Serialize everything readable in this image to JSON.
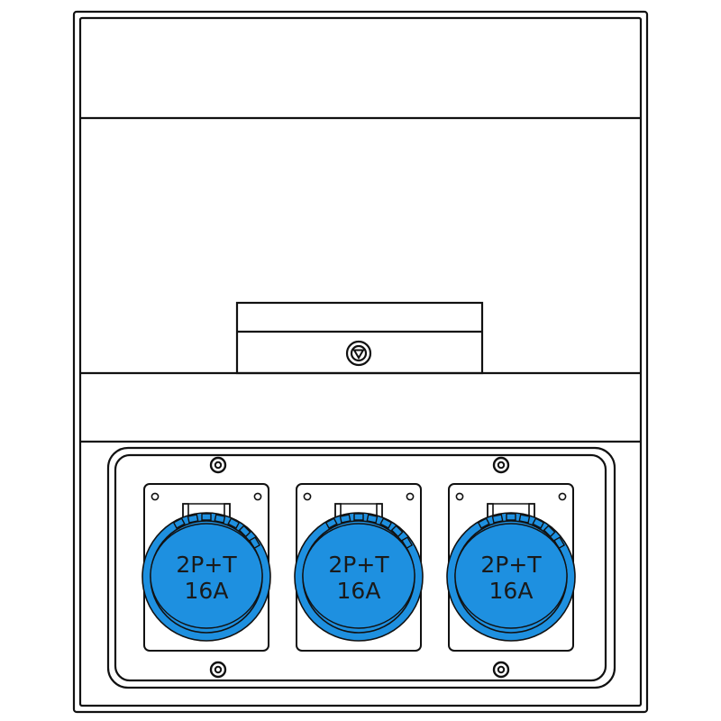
{
  "title": "Electrical distribution box with three 2P+T 16A sockets",
  "colors": {
    "line": "#111111",
    "background": "#ffffff",
    "socket_blue": "#1E90E0",
    "socket_blue_dark": "#1574C0"
  },
  "enclosure": {
    "sections": [
      "top-cover",
      "breaker-window",
      "lock-strip",
      "socket-panel"
    ],
    "lock": {
      "icon": "triangle-lock-icon"
    }
  },
  "sockets": [
    {
      "id": 1,
      "line1": "2P+T",
      "line2": "16A"
    },
    {
      "id": 2,
      "line1": "2P+T",
      "line2": "16A"
    },
    {
      "id": 3,
      "line1": "2P+T",
      "line2": "16A"
    }
  ]
}
